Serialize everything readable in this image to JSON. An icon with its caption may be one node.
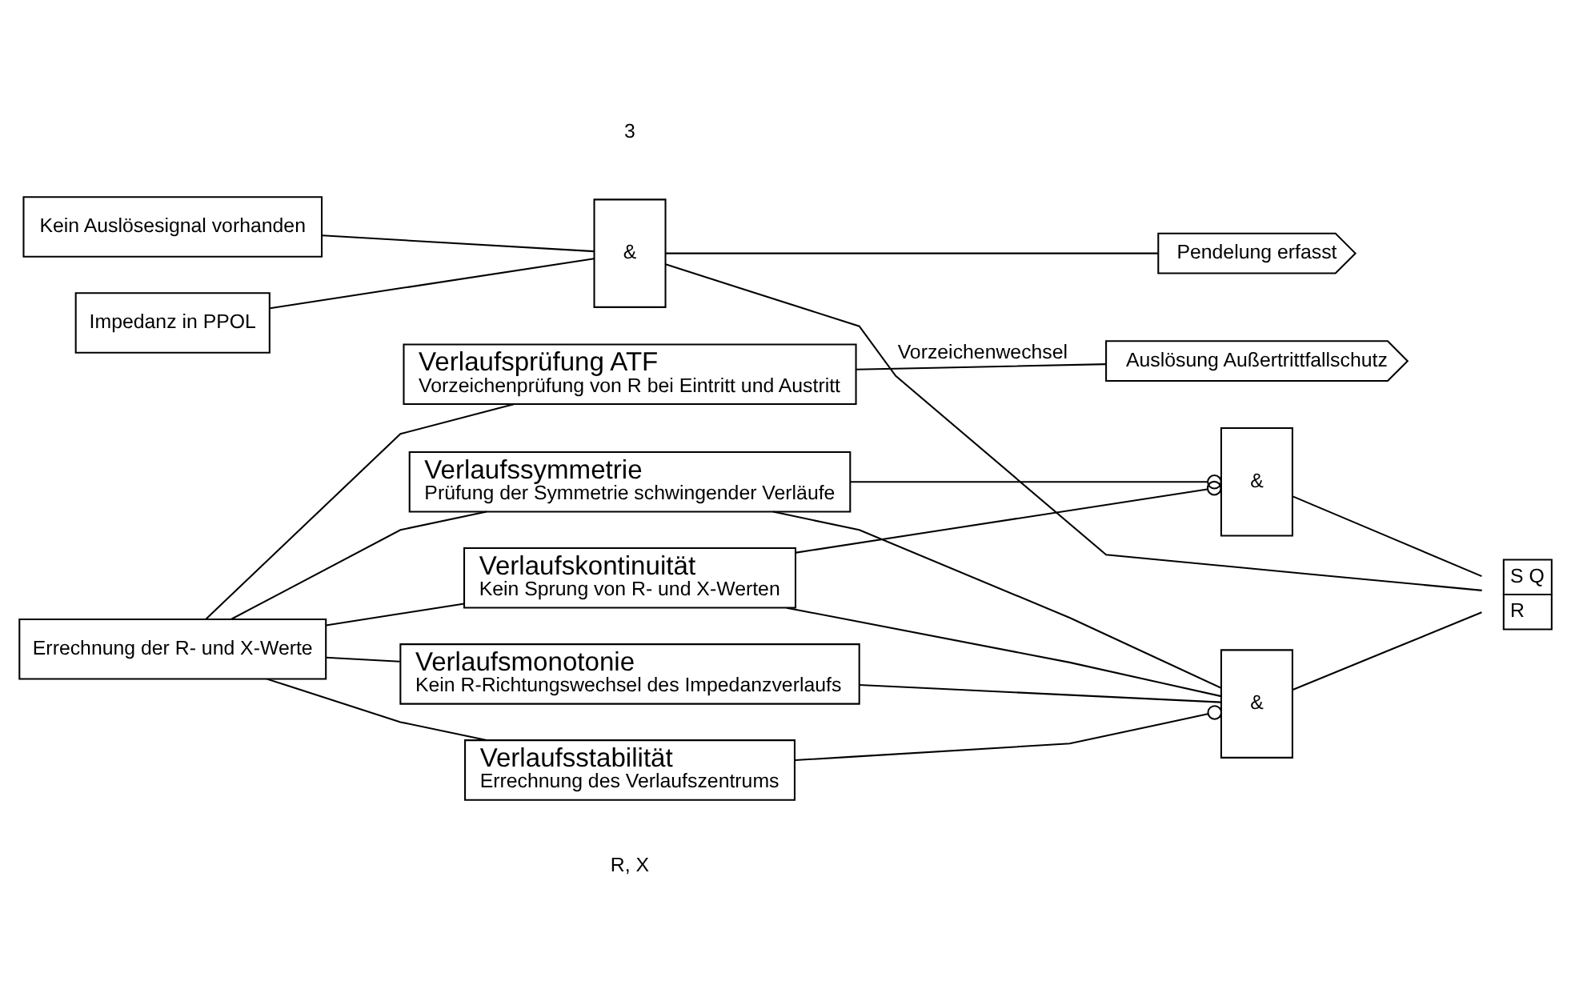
{
  "diagram": {
    "nodes": [
      {
        "text": [
          "Kein Auslösesignal vorhanden"
        ]
      },
      {
        "text": [
          "Impedanz in PPOL"
        ]
      },
      {
        "text": [
          "Errechnung der R- und X-Werte"
        ]
      },
      {
        "text": [
          "Verlaufskontinuität",
          "Kein Sprung von R- und X-Werten"
        ]
      },
      {
        "text": [
          "Verlaufsmonotonie",
          "Kein R-Richtungswechsel des Impedanzverlaufs"
        ]
      },
      {
        "text": [
          "Verlaufssymmetrie",
          "Prüfung der Symmetrie schwingender Verläufe"
        ]
      },
      {
        "text": [
          "Verlaufsstabilität",
          "Errechnung des Verlaufszentrums"
        ]
      },
      {
        "text": [
          "Verlaufsprüfung ATF",
          "Vorzeichenprüfung von R bei Eintritt und Austritt"
        ]
      },
      {
        "text": [
          "&"
        ]
      },
      {
        "text": [
          "&"
        ]
      },
      {
        "text": [
          "&"
        ]
      },
      {
        "text": [
          "S",
          "Q",
          "R"
        ]
      },
      {
        "text": [
          "Pendelung erfasst"
        ]
      },
      {
        "text": [
          "Auslösung Außertrittfallschutz"
        ]
      }
    ],
    "edges": [
      {
        "from": 0,
        "to": 8,
        "arrow": "none"
      },
      {
        "from": 1,
        "to": 8,
        "arrow": "none"
      },
      {
        "from": 11,
        "to": 8,
        "arrow": "none"
      },
      {
        "from": 8,
        "to": 12,
        "arrow": "none"
      },
      {
        "from": 2,
        "to": 3,
        "arrow": "none"
      },
      {
        "from": 2,
        "to": 4,
        "arrow": "none"
      },
      {
        "from": 2,
        "to": 5,
        "arrow": "none"
      },
      {
        "from": 2,
        "to": 6,
        "arrow": "none"
      },
      {
        "from": 2,
        "to": 7,
        "arrow": "none"
      },
      {
        "from": 3,
        "to": 9,
        "arrow": "none"
      },
      {
        "from": 4,
        "to": 9,
        "arrow": "none"
      },
      {
        "from": 5,
        "to": 9,
        "arrow": "none"
      },
      {
        "from": 6,
        "to": 9,
        "arrow": "other"
      },
      {
        "from": 3,
        "to": 10,
        "arrow": "other"
      },
      {
        "from": 5,
        "to": 10,
        "arrow": "other"
      },
      {
        "from": 9,
        "to": 11,
        "arrow": "none"
      },
      {
        "from": 10,
        "to": 11,
        "arrow": "none"
      },
      {
        "from": 7,
        "to": 13,
        "arrow": "none",
        "label": "Vorzeichenwechsel"
      }
    ],
    "labels": [
      "R, X",
      "3"
    ]
  }
}
